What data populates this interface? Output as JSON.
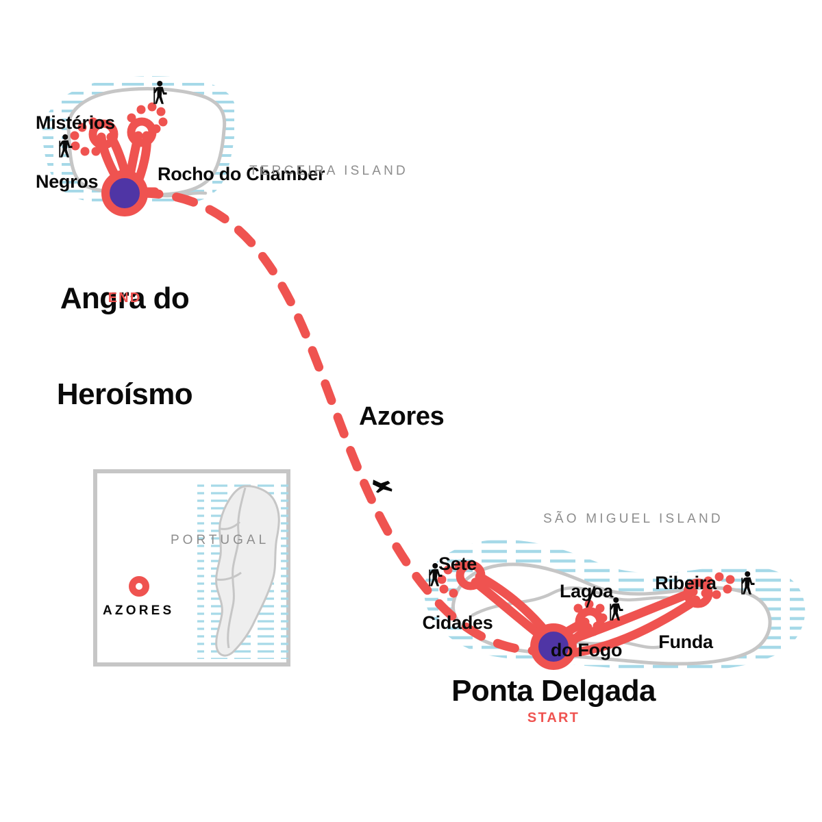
{
  "map": {
    "title": "Azores",
    "region_label": "Azores",
    "colors": {
      "route_red": "#ef5350",
      "hub_purple": "#4f35a5",
      "coastline_gray": "#c6c6c6",
      "hatch_blue": "#a6d9e8",
      "land_fill": "#eeeeee",
      "island_label_gray": "#8d8d8d",
      "text_black": "#0a0a0a"
    },
    "islands": [
      {
        "name": "TERCEIRA ISLAND"
      },
      {
        "name": "SÃO MIGUEL ISLAND"
      }
    ],
    "terminals": [
      {
        "city": "Angra do\nHeroísmo",
        "city_line1": "Angra do",
        "city_line2": "Heroísmo",
        "status": "END",
        "island": "TERCEIRA ISLAND"
      },
      {
        "city": "Ponta Delgada",
        "city_line1": "Ponta Delgada",
        "city_line2": "",
        "status": "START",
        "island": "SÃO MIGUEL ISLAND"
      }
    ],
    "stops": [
      {
        "label": "Mistérios\nNegros",
        "line1": "Mistérios",
        "line2": "Negros",
        "island": "TERCEIRA ISLAND"
      },
      {
        "label": "Rocho do Chamber",
        "line1": "Rocho do Chamber",
        "line2": "",
        "island": "TERCEIRA ISLAND"
      },
      {
        "label": "Sete\nCidades",
        "line1": "Sete",
        "line2": "Cidades",
        "island": "SÃO MIGUEL ISLAND"
      },
      {
        "label": "Lagoa\ndo Fogo",
        "line1": "Lagoa",
        "line2": "do Fogo",
        "island": "SÃO MIGUEL ISLAND"
      },
      {
        "label": "Ribeira\nFunda",
        "line1": "Ribeira",
        "line2": "Funda",
        "island": "SÃO MIGUEL ISLAND"
      }
    ],
    "icons": {
      "hiker": "hiker-icon",
      "plane": "plane-icon"
    },
    "transport": {
      "flight_label": "plane-icon",
      "flight_from": "Angra do Heroísmo",
      "flight_to": "Ponta Delgada"
    }
  },
  "inset": {
    "country_label": "PORTUGAL",
    "marker_label": "AZORES"
  }
}
